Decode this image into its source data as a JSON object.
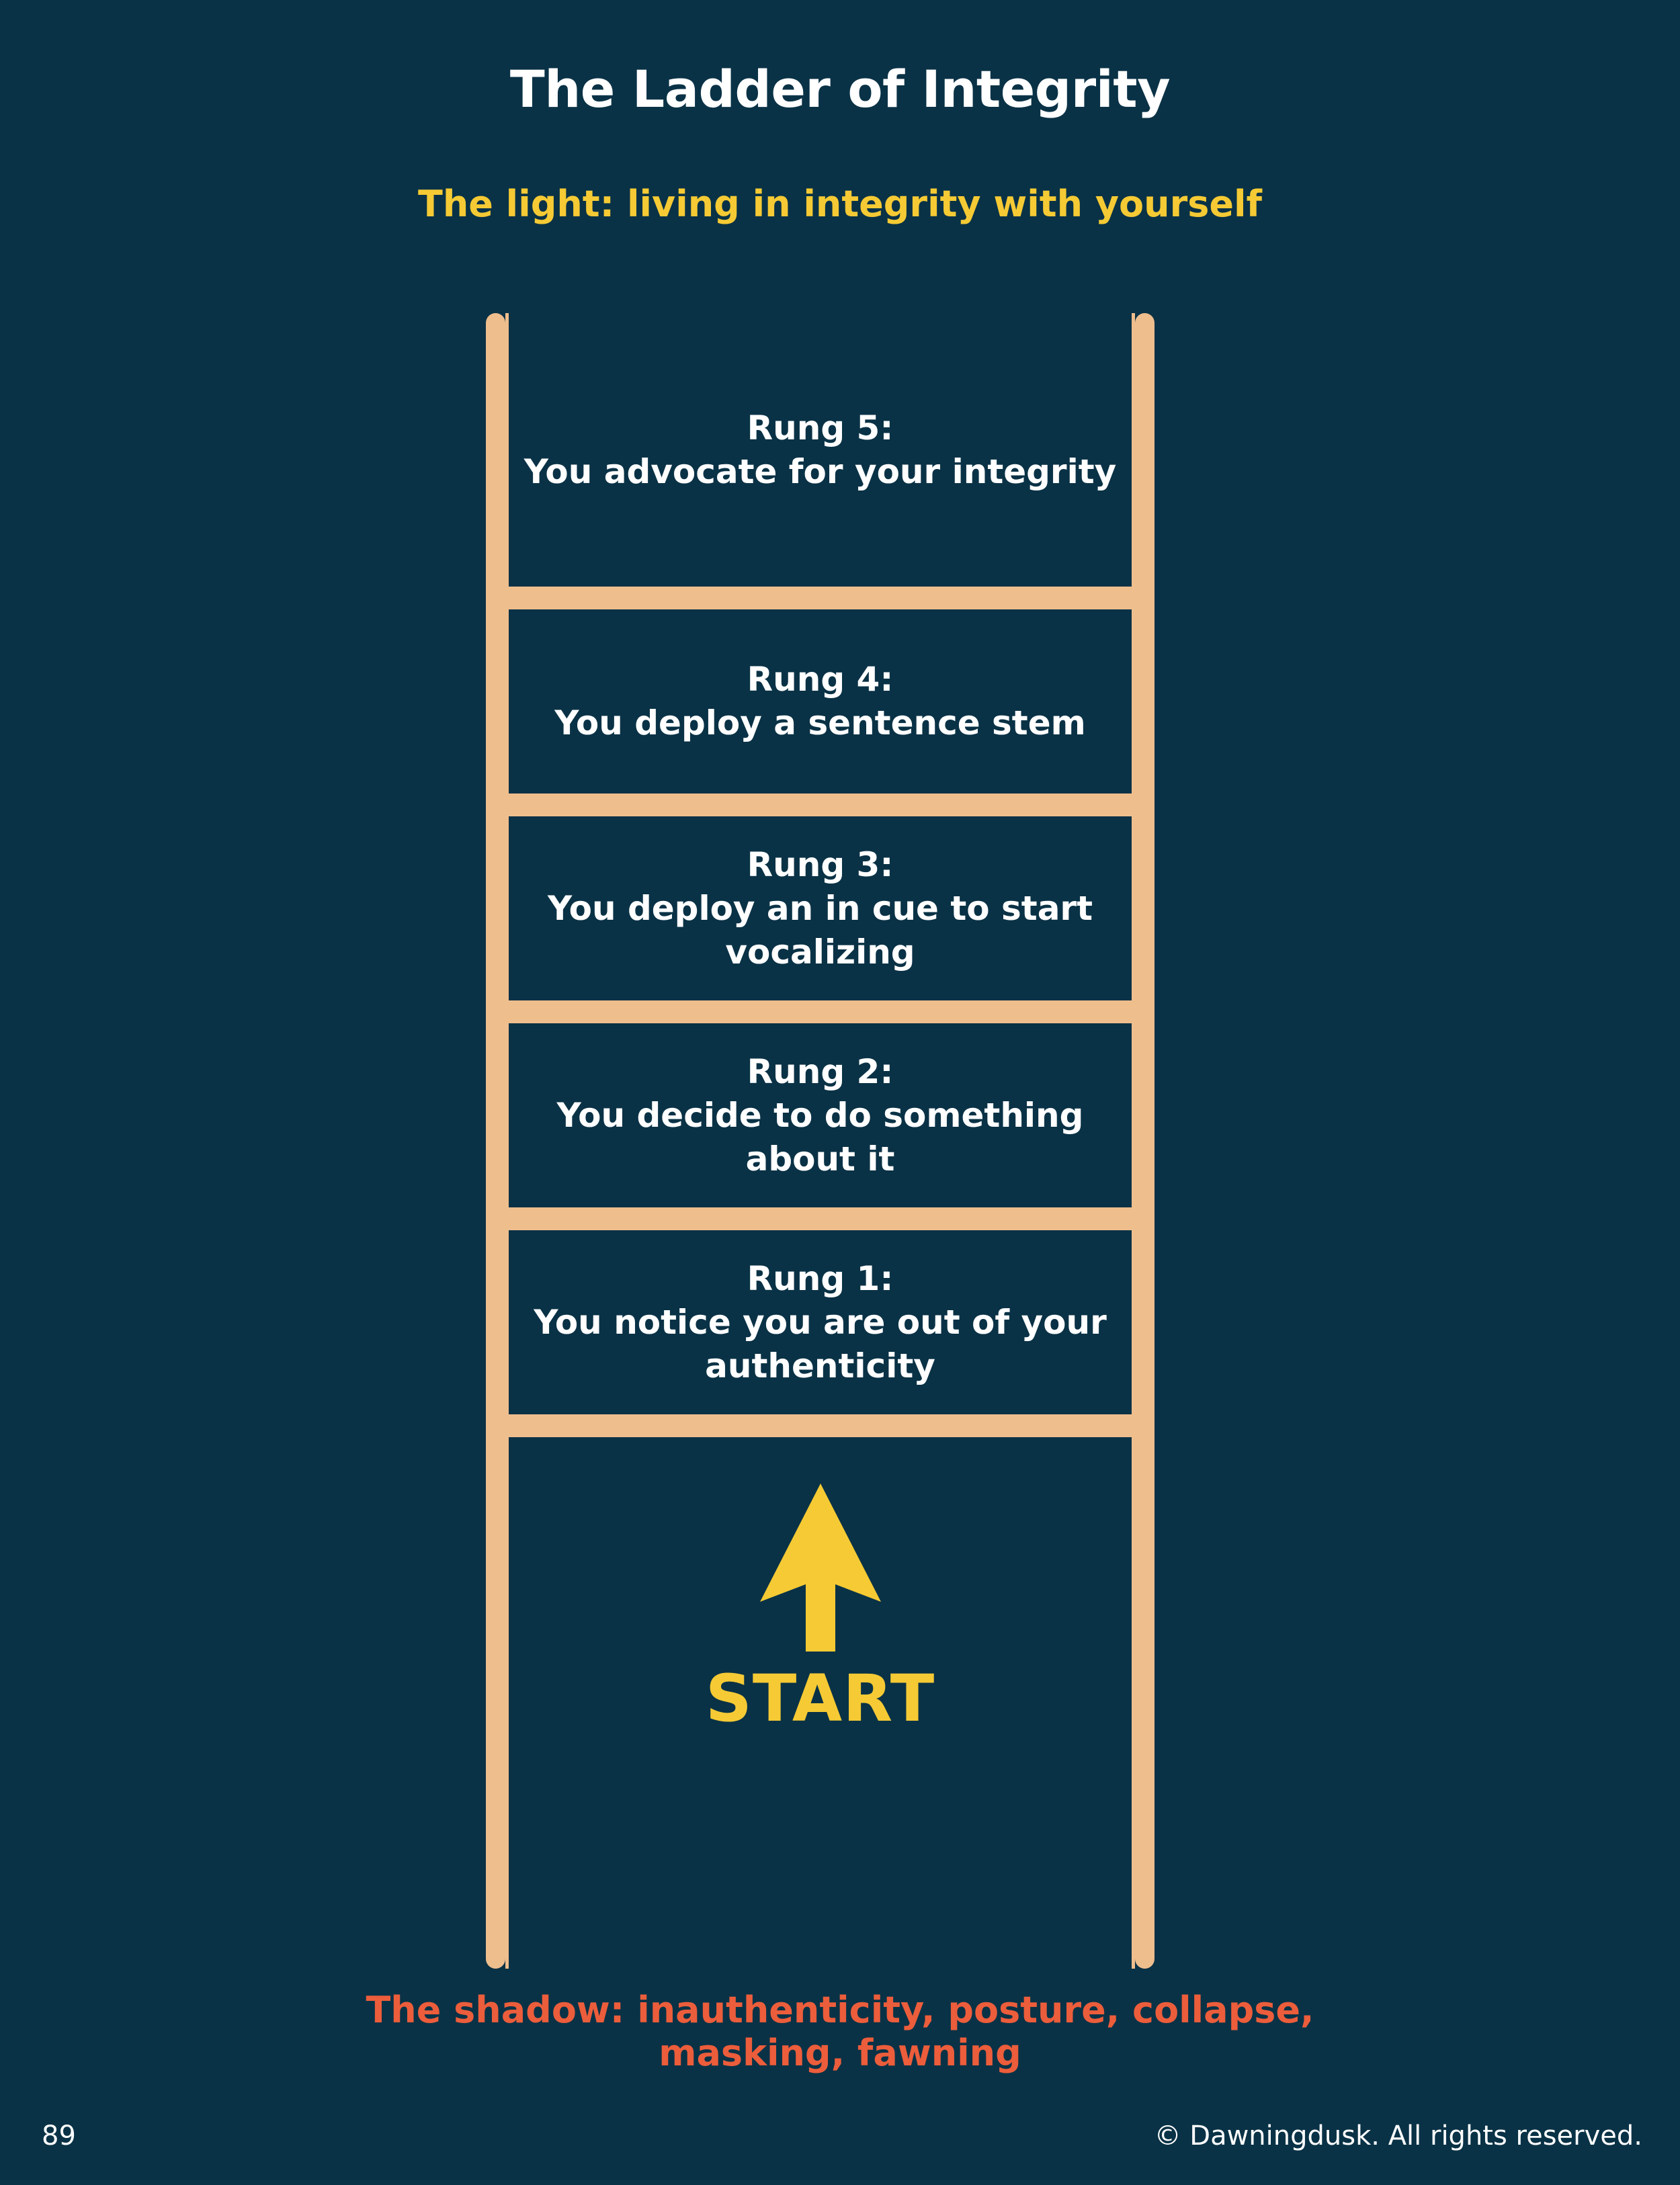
{
  "page": {
    "background_color": "#0a3246",
    "title": "The Ladder of Integrity",
    "title_color": "#ffffff"
  },
  "light_caption": {
    "text": "The light: living in integrity with yourself",
    "color": "#f5ca34"
  },
  "shadow_caption": {
    "text": "The shadow: inauthenticity, posture, collapse, masking, fawning",
    "color": "#ec5d3b"
  },
  "ladder": {
    "rail_color": "#efbe8d",
    "rungs": [
      {
        "label": "Rung 5:",
        "text": "You advocate for your integrity"
      },
      {
        "label": "Rung 4:",
        "text": "You deploy a sentence stem"
      },
      {
        "label": "Rung 3:",
        "text": "You deploy an in cue to start vocalizing"
      },
      {
        "label": "Rung 2:",
        "text": "You decide to do something about it"
      },
      {
        "label": "Rung 1:",
        "text": "You notice you are out of your authenticity"
      }
    ],
    "start": {
      "label": "START",
      "color": "#f5ca34",
      "arrow_icon": "up-arrow-icon"
    }
  },
  "footer": {
    "page_number": "89",
    "copyright": "© Dawningdusk. All rights reserved."
  }
}
